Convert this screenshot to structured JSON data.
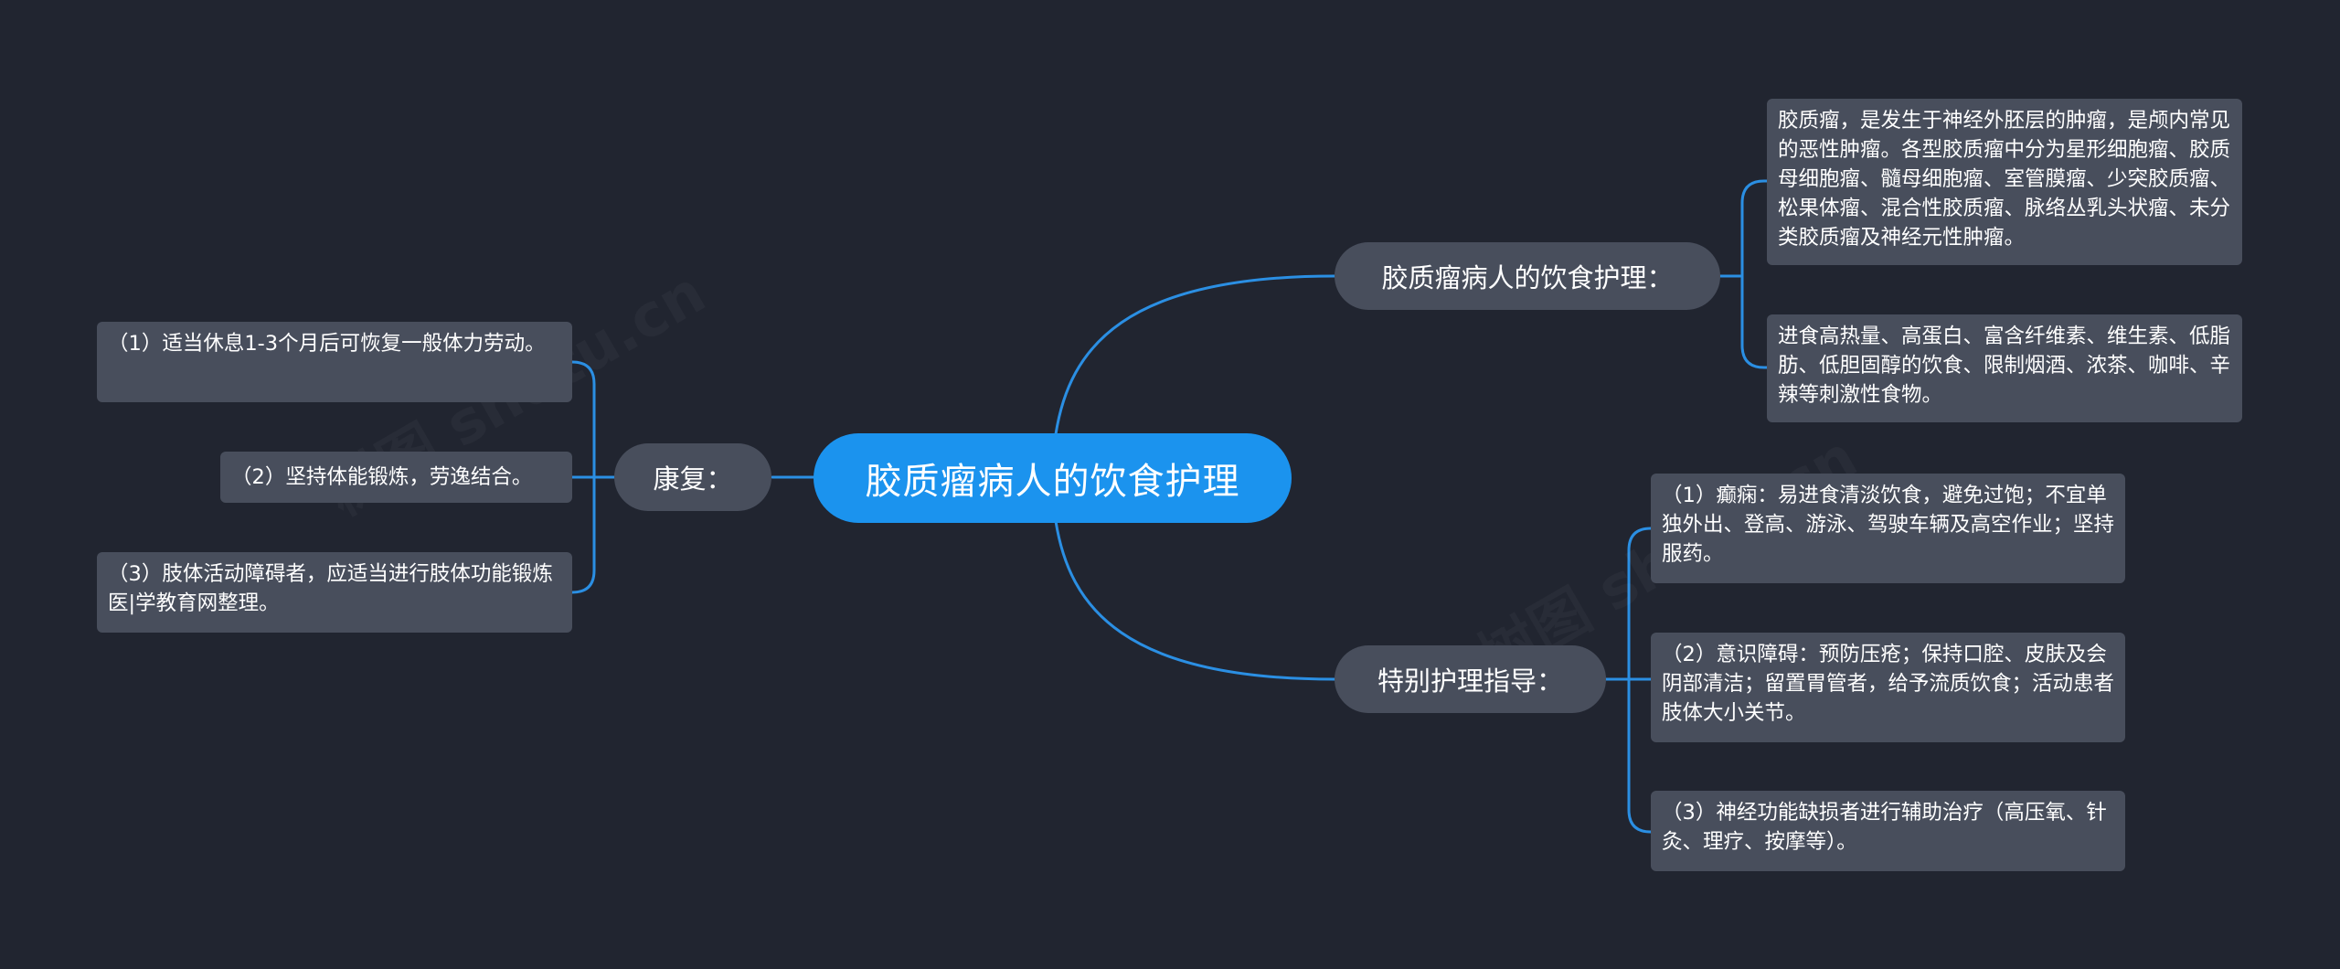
{
  "root": {
    "label": "胶质瘤病人的饮食护理"
  },
  "colors": {
    "background": "#212530",
    "root": "#1b93ee",
    "node": "#484e5c",
    "line": "#2b8fe3"
  },
  "branches": [
    {
      "label": "胶质瘤病人的饮食护理：",
      "children": [
        "胶质瘤，是发生于神经外胚层的肿瘤，是颅内常见的恶性肿瘤。各型胶质瘤中分为星形细胞瘤、胶质母细胞瘤、髓母细胞瘤、室管膜瘤、少突胶质瘤、松果体瘤、混合性胶质瘤、脉络丛乳头状瘤、未分类胶质瘤及神经元性肿瘤。",
        "进食高热量、高蛋白、富含纤维素、维生素、低脂肪、低胆固醇的饮食、限制烟酒、浓茶、咖啡、辛辣等刺激性食物。"
      ]
    },
    {
      "label": "特别护理指导：",
      "children": [
        "（1）癫痫：易进食清淡饮食，避免过饱；不宜单独外出、登高、游泳、驾驶车辆及高空作业；坚持服药。",
        "（2）意识障碍：预防压疮；保持口腔、皮肤及会阴部清洁；留置胃管者，给予流质饮食；活动患者肢体大小关节。",
        "（3）神经功能缺损者进行辅助治疗（高压氧、针灸、理疗、按摩等）。"
      ]
    },
    {
      "label": "康复：",
      "children": [
        "（1）适当休息1-3个月后可恢复一般体力劳动。",
        "（2）坚持体能锻炼，劳逸结合。",
        "（3）肢体活动障碍者，应适当进行肢体功能锻炼医|学教育网整理。"
      ]
    }
  ],
  "watermark": "树图 shutu.cn"
}
